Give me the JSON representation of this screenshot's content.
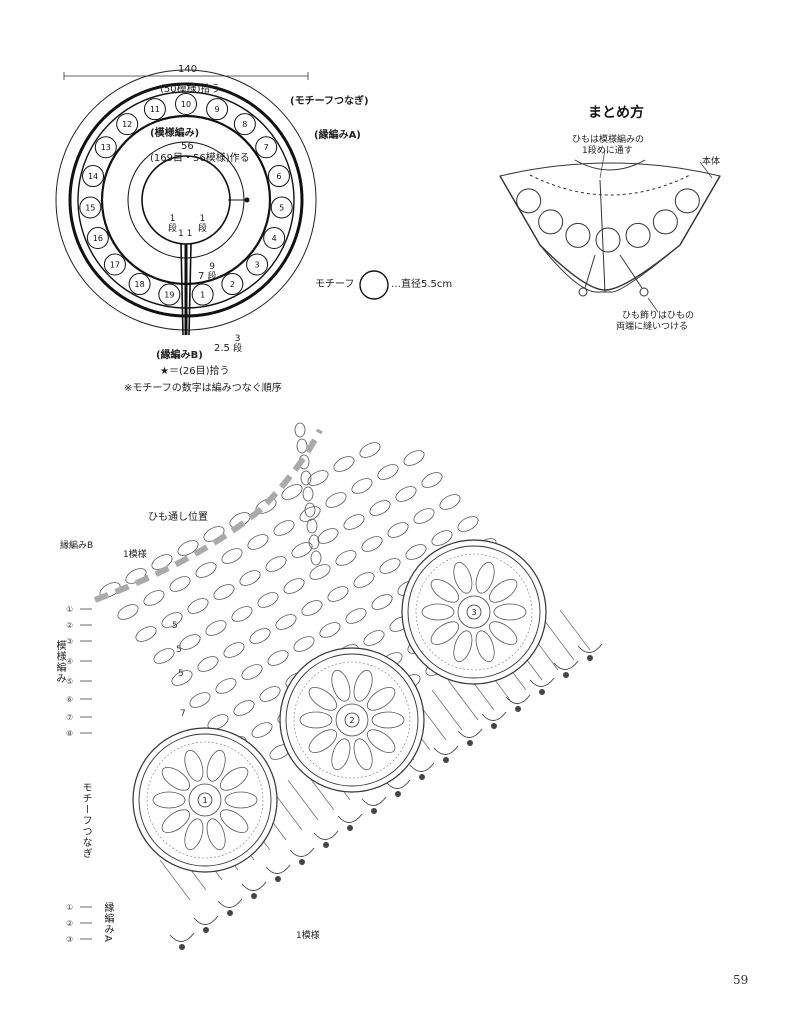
{
  "schematic": {
    "width_label": "140",
    "pickup_top": "(50模様)拾う",
    "motif_join": "(モチーフつなぎ)",
    "edge_a": "(縁編みA)",
    "pattern": "(模様編み)",
    "pattern_count": "56",
    "pattern_make": "(169目・56模様)作る",
    "rows_left_num": "1",
    "rows_left_unit": "段",
    "rows_right_num": "1",
    "rows_right_unit": "段",
    "rows_center": "1 1",
    "rows_mid_prefix": "7",
    "rows_mid_num": "9",
    "rows_mid_unit": "段",
    "rows_bottom_prefix": "2.5",
    "rows_bottom_num": "3",
    "rows_bottom_unit": "段",
    "edge_b": "(縁編みB)",
    "star_note": "★＝(26目)拾う",
    "order_note": "※モチーフの数字は編みつなぐ順序",
    "motif_numbers": [
      "1",
      "2",
      "3",
      "4",
      "5",
      "6",
      "7",
      "8",
      "9",
      "10",
      "11",
      "12",
      "13",
      "14",
      "15",
      "16",
      "17",
      "18",
      "19"
    ]
  },
  "motif_legend": {
    "label": "モチーフ",
    "diameter": "…直径5.5cm"
  },
  "assembly": {
    "title": "まとめ方",
    "cord_note_line1": "ひもは模様編みの",
    "cord_note_line2": "1段めに通す",
    "body_label": "本体",
    "decor_note_line1": "ひも飾りはひもの",
    "decor_note_line2": "両端に縫いつける"
  },
  "chart": {
    "cord_position": "ひも通し位置",
    "edge_b_label": "縁編みB",
    "repeat_label_top": "1模様",
    "repeat_label_bottom": "1模様",
    "side_pattern": "模様編み",
    "side_motif": "モチーフつなぎ",
    "side_edge_a": "縁編みA",
    "row_numbers_left": [
      "①",
      "②",
      "③",
      "④",
      "⑤",
      "⑥",
      "⑦",
      "⑧",
      "①",
      "②",
      "③"
    ],
    "inner_row_numbers": [
      "5",
      "5",
      "5",
      "7"
    ],
    "motif_numbers": [
      "1",
      "2",
      "3"
    ]
  },
  "page_number": "59"
}
